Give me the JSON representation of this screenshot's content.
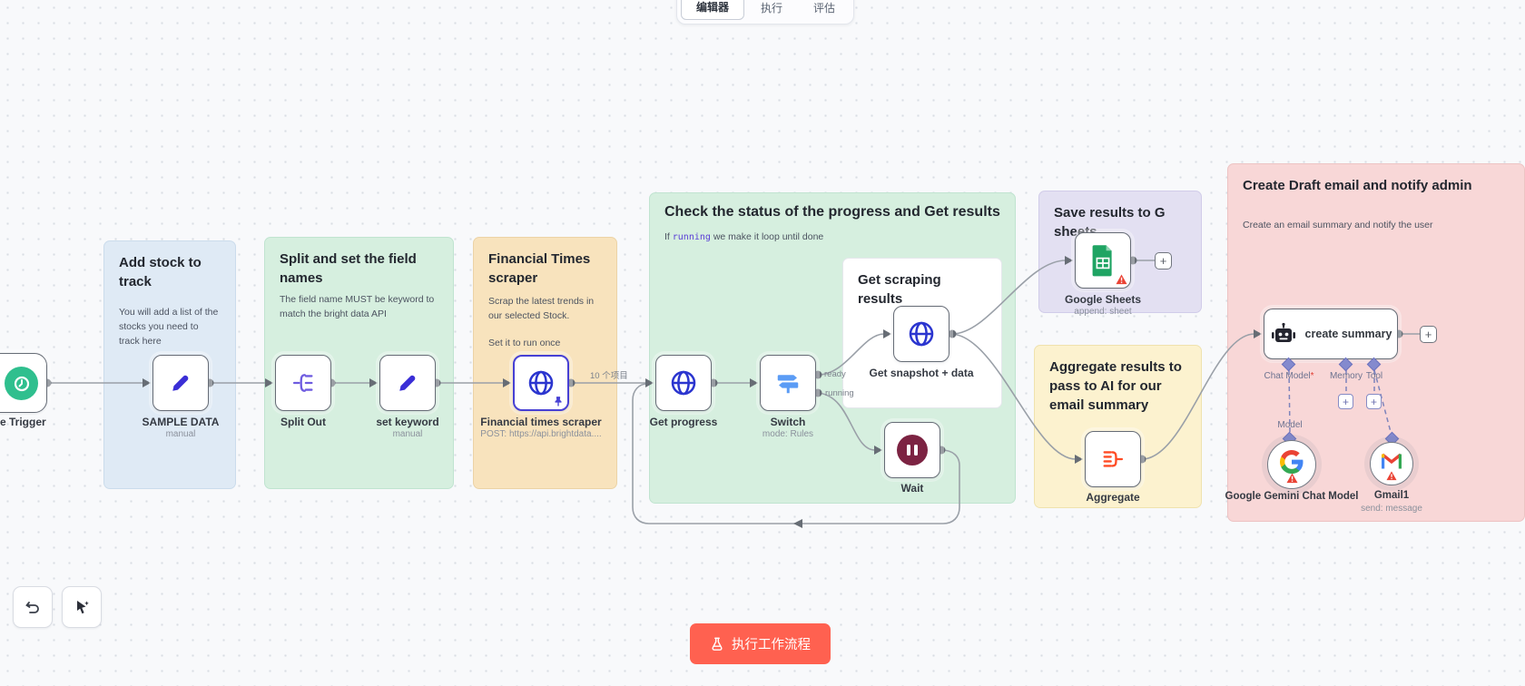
{
  "tabs": {
    "editor": "编辑器",
    "executions": "执行",
    "evaluations": "评估"
  },
  "stickies": {
    "add_stock": {
      "title": "Add stock to track",
      "body": "You will add a list of the stocks you need to track here"
    },
    "split_fields": {
      "title": "Split and set the field names",
      "body": "The field name MUST be keyword to match the bright data API"
    },
    "ft": {
      "title": "Financial Times scraper",
      "body1": "Scrap the latest trends in our selected Stock.",
      "body2": "Set it to run once"
    },
    "check": {
      "title": "Check the status of the progress and Get results",
      "body_prefix": "If ",
      "body_code": "running",
      "body_suffix": " we make it loop until done"
    },
    "results": {
      "title": "Get scraping results"
    },
    "sheets": {
      "title": "Save results to G sheets"
    },
    "aggregate": {
      "title": "Aggregate results to pass to AI for our email summary"
    },
    "draft": {
      "title": "Create Draft email and notify admin",
      "body": "Create an email summary and notify the user"
    }
  },
  "nodes": {
    "schedule": {
      "label": "Schedule Trigger"
    },
    "sample": {
      "label": "SAMPLE DATA",
      "subtitle": "manual"
    },
    "split_out": {
      "label": "Split Out"
    },
    "set_keyword": {
      "label": "set keyword",
      "subtitle": "manual"
    },
    "ft_scraper": {
      "label": "Financial times scraper",
      "subtitle": "POST: https://api.brightdata...."
    },
    "get_progress": {
      "label": "Get progress"
    },
    "switch": {
      "label": "Switch",
      "subtitle": "mode: Rules",
      "output_ready": "ready",
      "output_running": "running"
    },
    "snapshot": {
      "label": "Get snapshot + data"
    },
    "wait": {
      "label": "Wait"
    },
    "sheets": {
      "label": "Google Sheets",
      "subtitle": "append: sheet"
    },
    "aggregate": {
      "label": "Aggregate"
    },
    "summary": {
      "label": "create summary",
      "port_chat_model": "Chat Model",
      "port_required": "*",
      "port_memory": "Memory",
      "port_tool": "Tool",
      "port_model": "Model"
    },
    "gemini": {
      "label": "Google Gemini Chat Model"
    },
    "gmail": {
      "label": "Gmail1",
      "subtitle": "send: message"
    }
  },
  "connections": {
    "items_count_label": "10 个项目"
  },
  "controls": {
    "execute_button": "执行工作流程",
    "plus": "+"
  },
  "colors": {
    "execute_button": "#ff6150",
    "pinned_border": "#4740d4",
    "warning_red": "#ea4335",
    "trigger_green": "#2fbf8e",
    "wait_maroon": "#7c2342",
    "sheets_green": "#1fa463",
    "aggregate_red": "#ff4b24",
    "switch_blue": "#5b9cf5",
    "http_blue": "#2b35cf",
    "sticky_blue": "#dfeaf5",
    "sticky_green": "#d6efdf",
    "sticky_orange": "#f8e3bd",
    "sticky_purple": "#e3e0f2",
    "sticky_yellow": "#fcf2cf",
    "sticky_pink": "#f8d7d7"
  }
}
